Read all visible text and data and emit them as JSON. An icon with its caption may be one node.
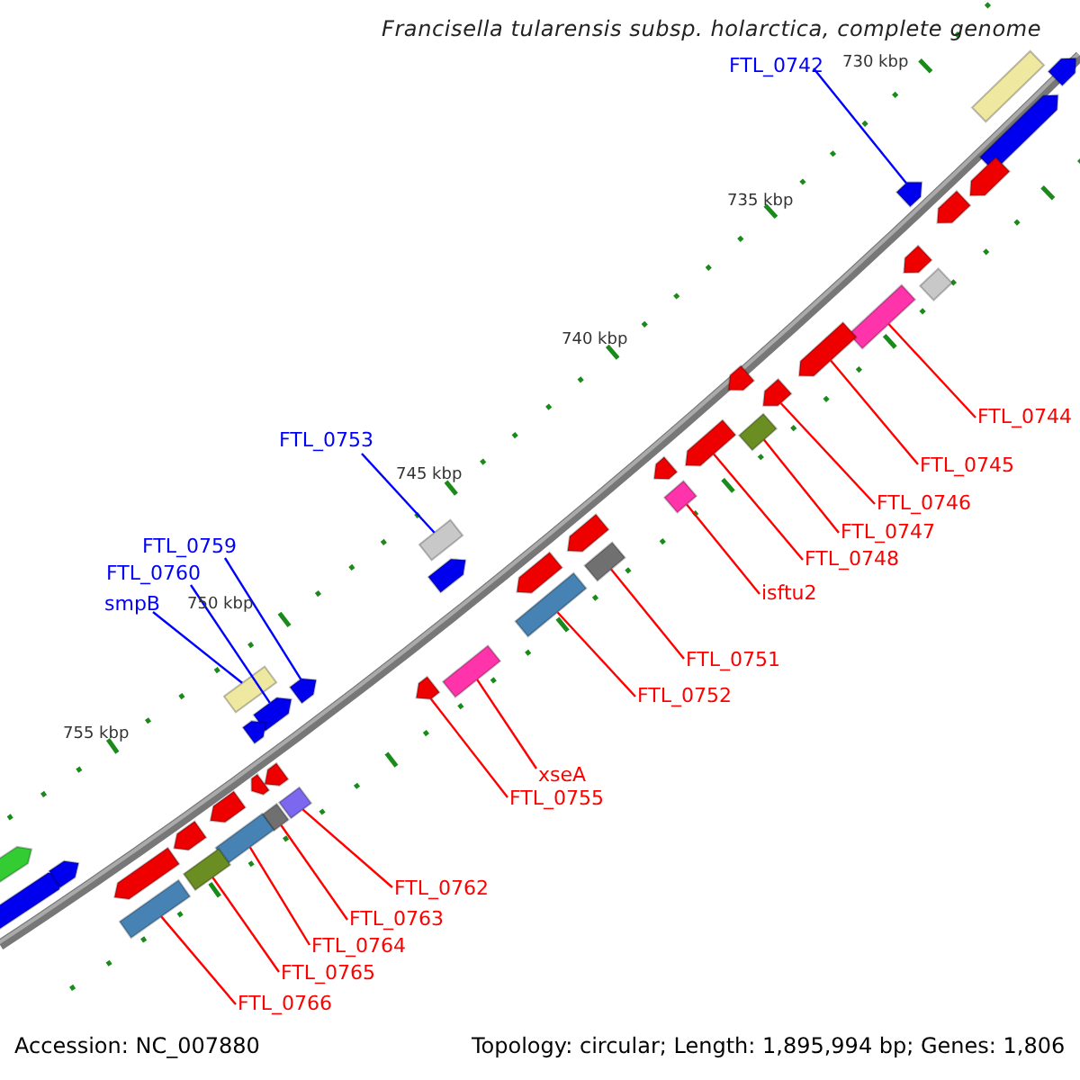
{
  "diagram": {
    "title": "Francisella tularensis subsp. holarctica, complete genome",
    "nodes": [
      {
        "text": [
          "FTL_0742"
        ]
      },
      {
        "text": [
          "FTL_0753"
        ]
      },
      {
        "text": [
          "FTL_0759"
        ]
      },
      {
        "text": [
          "FTL_0760"
        ]
      },
      {
        "text": [
          "smpB"
        ]
      },
      {
        "text": [
          "FTL_0744"
        ]
      },
      {
        "text": [
          "FTL_0745"
        ]
      },
      {
        "text": [
          "FTL_0746"
        ]
      },
      {
        "text": [
          "FTL_0747"
        ]
      },
      {
        "text": [
          "FTL_0748"
        ]
      },
      {
        "text": [
          "isftu2"
        ]
      },
      {
        "text": [
          "FTL_0751"
        ]
      },
      {
        "text": [
          "FTL_0752"
        ]
      },
      {
        "text": [
          "xseA"
        ]
      },
      {
        "text": [
          "FTL_0755"
        ]
      },
      {
        "text": [
          "FTL_0762"
        ]
      },
      {
        "text": [
          "FTL_0763"
        ]
      },
      {
        "text": [
          "FTL_0764"
        ]
      },
      {
        "text": [
          "FTL_0765"
        ]
      },
      {
        "text": [
          "FTL_0766"
        ]
      },
      {
        "text": [],
        "shape": "arrow"
      },
      {
        "text": [],
        "shape": "box"
      },
      {
        "text": [],
        "shape": "arrow"
      },
      {
        "text": [],
        "shape": "arrow"
      },
      {
        "text": [],
        "shape": "box"
      },
      {
        "text": [],
        "shape": "box"
      },
      {
        "text": [],
        "shape": "arrow"
      },
      {
        "text": [],
        "shape": "arrow"
      },
      {
        "text": [],
        "shape": "box"
      },
      {
        "text": [],
        "shape": "arrow"
      },
      {
        "text": [],
        "shape": "box"
      },
      {
        "text": [],
        "shape": "box"
      },
      {
        "text": [],
        "shape": "box"
      },
      {
        "text": [],
        "shape": "box"
      },
      {
        "text": [],
        "shape": "arrow"
      },
      {
        "text": [],
        "shape": "box"
      },
      {
        "text": [],
        "shape": "box"
      },
      {
        "text": [],
        "shape": "box"
      },
      {
        "text": [],
        "shape": "box"
      },
      {
        "text": [],
        "shape": "box"
      },
      {
        "text": [],
        "shape": "box"
      },
      {
        "text": [],
        "shape": "arrow"
      },
      {
        "text": [],
        "shape": "arrow"
      },
      {
        "text": [],
        "shape": "arrow"
      },
      {
        "text": [],
        "shape": "arrow"
      },
      {
        "text": [],
        "shape": "arrow"
      },
      {
        "text": [],
        "shape": "box"
      },
      {
        "text": [],
        "shape": "arrow"
      },
      {
        "text": [],
        "shape": "arrow"
      },
      {
        "text": [],
        "shape": "arrow"
      },
      {
        "text": [],
        "shape": "arrow"
      },
      {
        "text": [],
        "shape": "arrow"
      },
      {
        "text": [],
        "shape": "arrow"
      },
      {
        "text": [],
        "shape": "arrow"
      },
      {
        "text": [],
        "shape": "arrow"
      },
      {
        "text": [],
        "shape": "arrow"
      },
      {
        "text": [],
        "shape": "arrow"
      },
      {
        "text": [],
        "shape": "arrow"
      },
      {
        "text": [],
        "shape": "arrow"
      },
      {
        "text": [],
        "shape": "arrow"
      },
      {
        "text": [],
        "shape": "arrow"
      }
    ],
    "edges": [
      {
        "from": 0,
        "to": 20,
        "arrow": "none",
        "color": "#0000ff"
      },
      {
        "from": 1,
        "to": 21,
        "arrow": "none",
        "color": "#0000ff"
      },
      {
        "from": 2,
        "to": 22,
        "arrow": "none",
        "color": "#0000ff"
      },
      {
        "from": 3,
        "to": 23,
        "arrow": "none",
        "color": "#0000ff"
      },
      {
        "from": 4,
        "to": 24,
        "arrow": "none",
        "color": "#0000ff"
      },
      {
        "from": 5,
        "to": 25,
        "arrow": "none"
      },
      {
        "from": 6,
        "to": 26,
        "arrow": "none"
      },
      {
        "from": 7,
        "to": 27,
        "arrow": "none"
      },
      {
        "from": 8,
        "to": 28,
        "arrow": "none"
      },
      {
        "from": 9,
        "to": 29,
        "arrow": "none"
      },
      {
        "from": 10,
        "to": 30,
        "arrow": "none"
      },
      {
        "from": 11,
        "to": 31,
        "arrow": "none"
      },
      {
        "from": 12,
        "to": 32,
        "arrow": "none"
      },
      {
        "from": 13,
        "to": 33,
        "arrow": "none"
      },
      {
        "from": 14,
        "to": 34,
        "arrow": "none"
      },
      {
        "from": 15,
        "to": 35,
        "arrow": "none"
      },
      {
        "from": 16,
        "to": 36,
        "arrow": "none"
      },
      {
        "from": 17,
        "to": 37,
        "arrow": "none"
      },
      {
        "from": 18,
        "to": 38,
        "arrow": "none"
      },
      {
        "from": 19,
        "to": 39,
        "arrow": "none"
      }
    ],
    "labels": [
      "730 kbp",
      "735 kbp",
      "740 kbp",
      "745 kbp",
      "750 kbp",
      "755 kbp",
      "Accession: NC_007880",
      "Topology: circular; Length: 1,895,994 bp; Genes: 1,806"
    ]
  }
}
